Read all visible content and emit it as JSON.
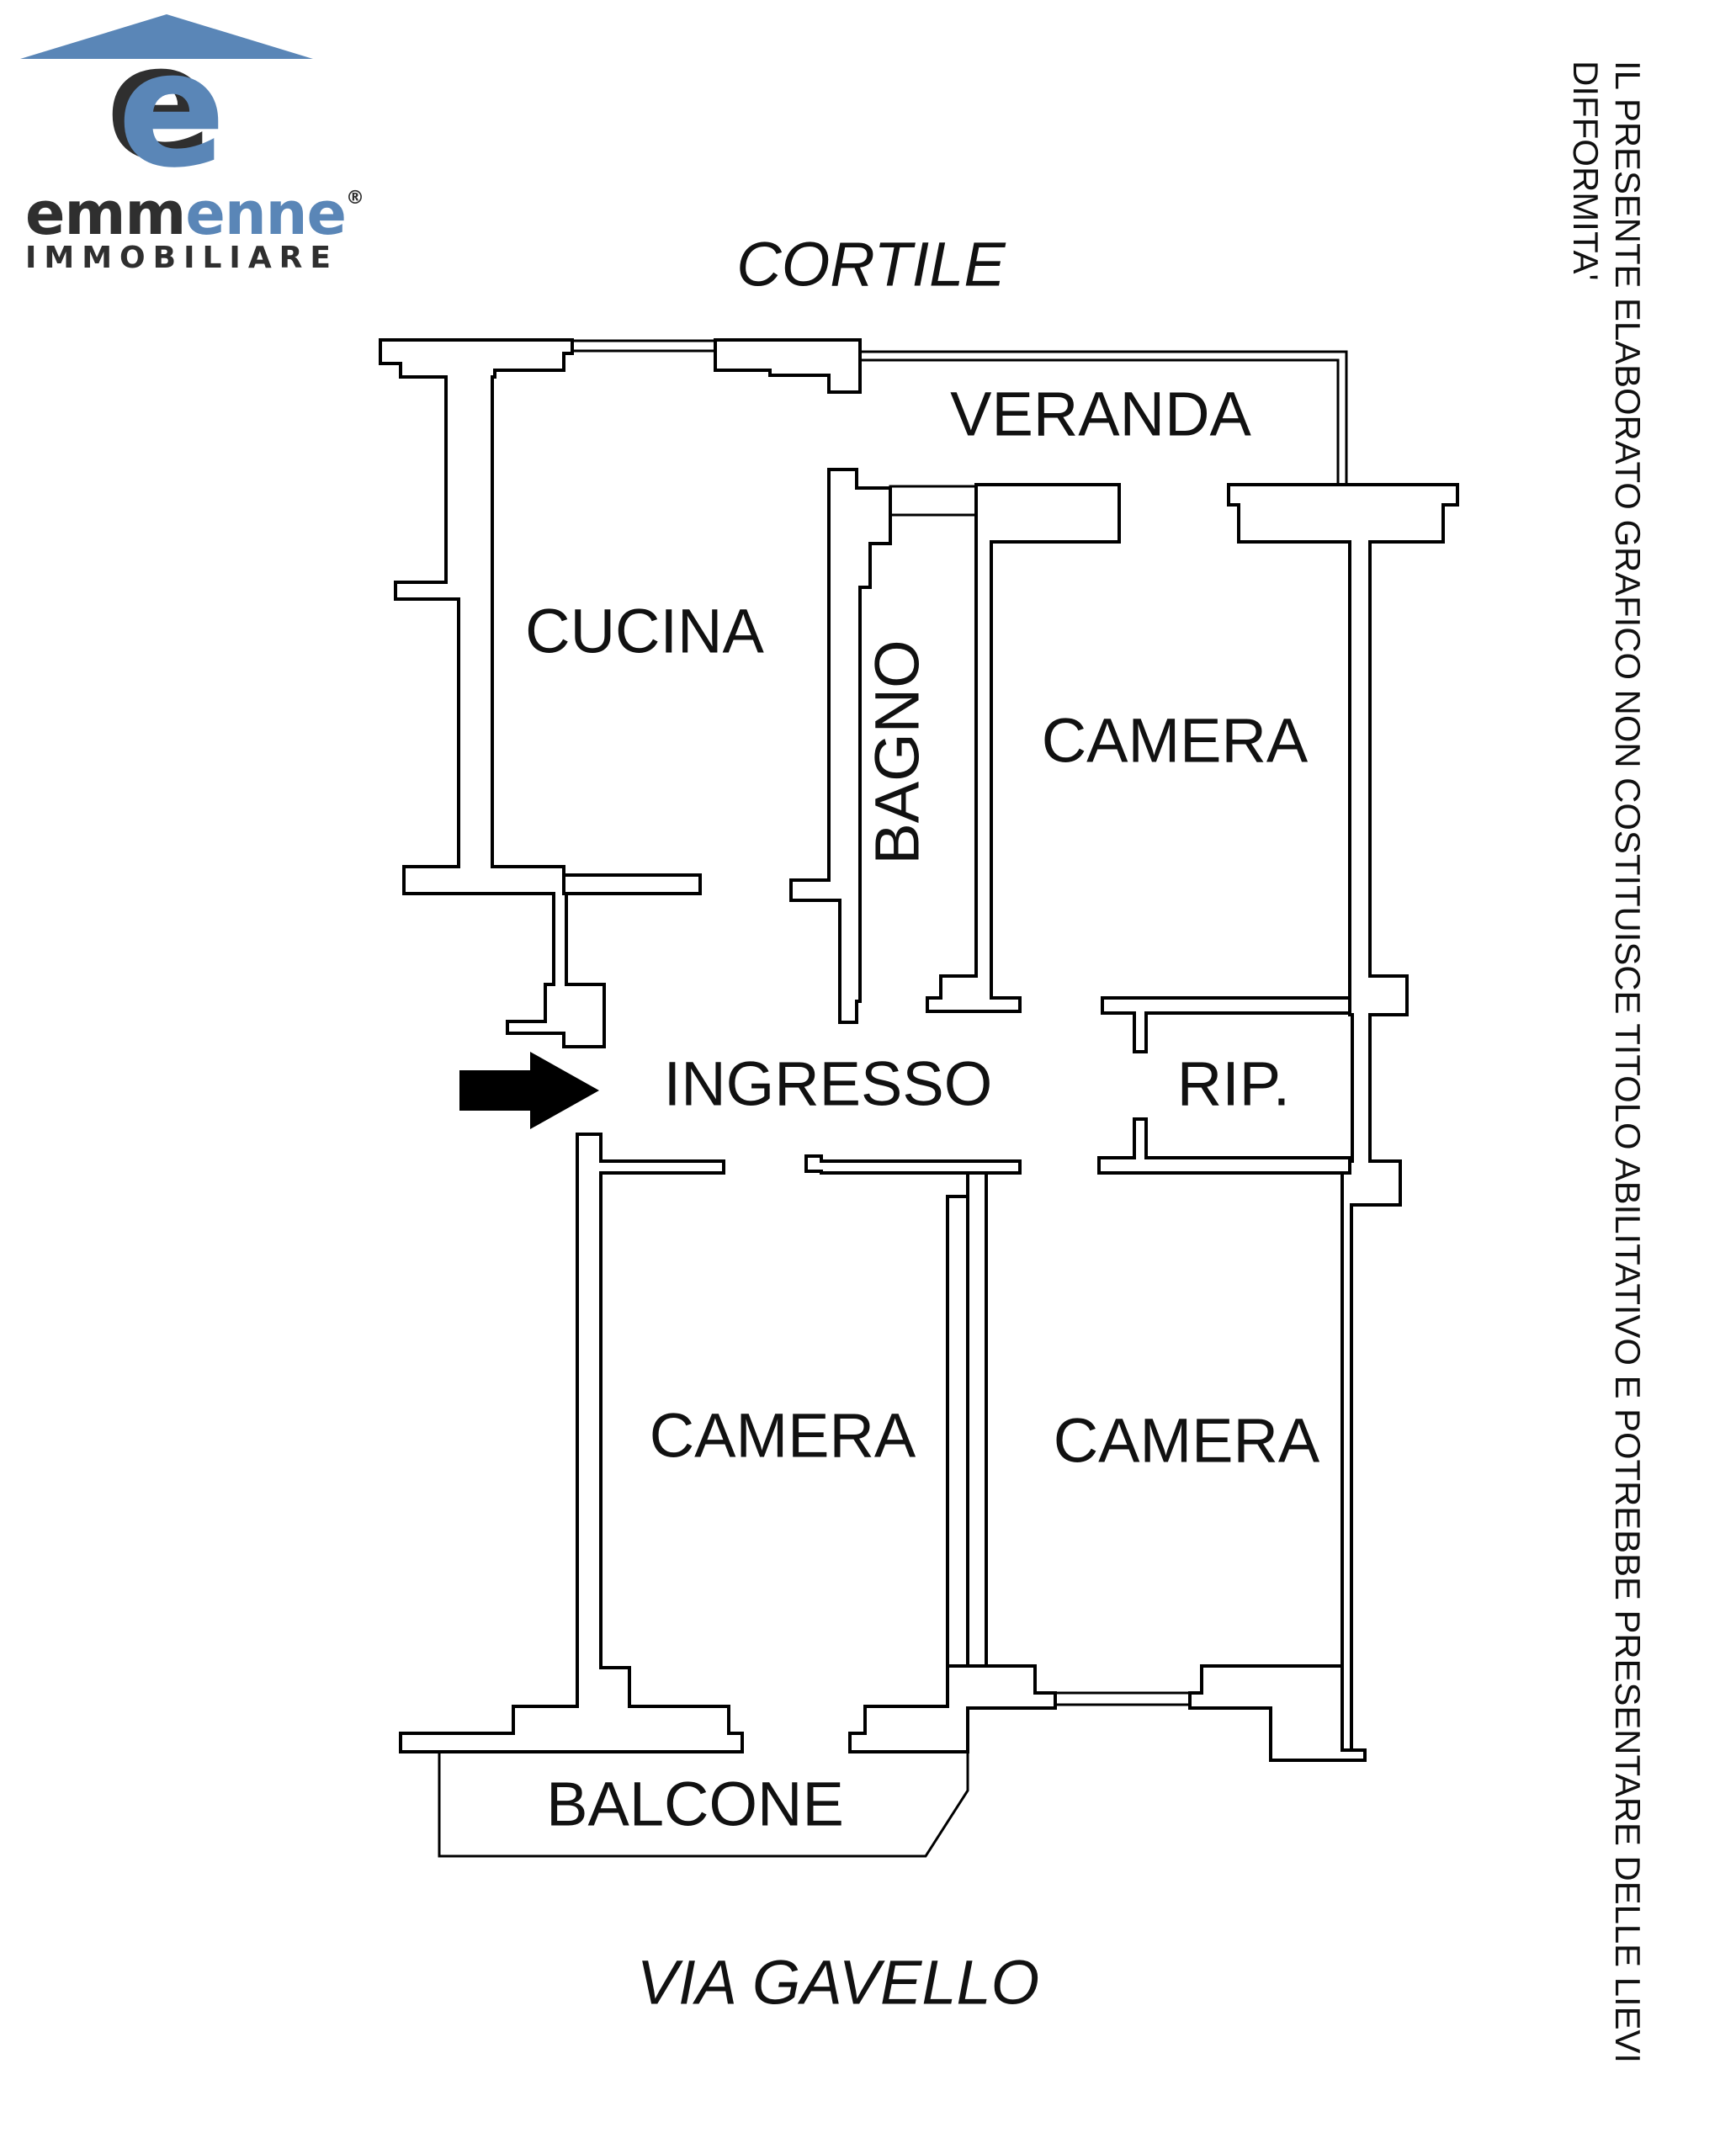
{
  "logo": {
    "word_dark": "emm",
    "word_blue": "enne",
    "registered": "®",
    "subtitle": "IMMOBILIARE",
    "letter": "e",
    "colors": {
      "blue": "#5a86b7",
      "dark": "#2f2f2f",
      "roof": "#5a86b7"
    }
  },
  "labels": {
    "cortile": "CORTILE",
    "veranda": "VERANDA",
    "cucina": "CUCINA",
    "bagno": "BAGNO",
    "camera_ne": "CAMERA",
    "ingresso": "INGRESSO",
    "rip": "RIP.",
    "camera_sw": "CAMERA",
    "camera_se": "CAMERA",
    "balcone": "BALCONE",
    "via": "VIA GAVELLO"
  },
  "disclaimer": {
    "line1": "IL PRESENTE ELABORATO GRAFICO NON COSTITUISCE TITOLO ABILITATIVO E POTREBBE PRESENTARE DELLE LIEVI",
    "line2": "DIFFORMITA'"
  },
  "entrance_arrow": {
    "icon": "arrow-right-icon",
    "color": "#000000"
  }
}
